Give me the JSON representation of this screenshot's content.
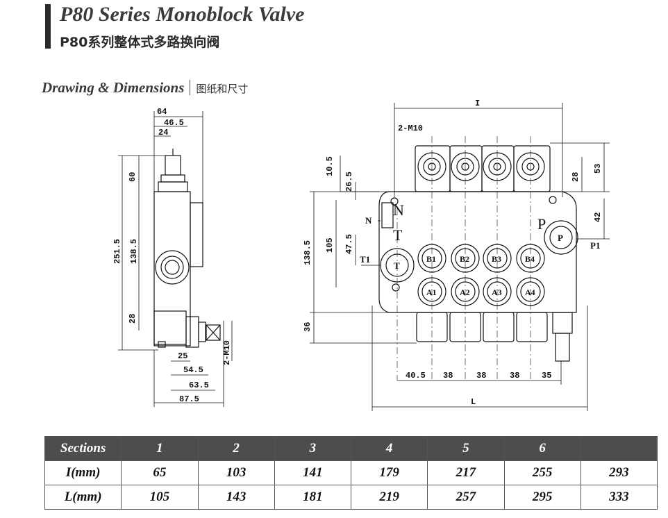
{
  "header": {
    "title_en": "P80 Series Monoblock Valve",
    "title_cn": "P80系列整体式多路换向阀"
  },
  "section": {
    "title_en": "Drawing & Dimensions",
    "title_cn": "图纸和尺寸"
  },
  "drawing": {
    "side_view_dims": [
      "64",
      "46.5",
      "24",
      "60",
      "251.5",
      "138.5",
      "28",
      "25",
      "54.5",
      "63.5",
      "87.5",
      "2-M10"
    ],
    "front_view_dims": [
      "I",
      "2-M10",
      "10.5",
      "26.5",
      "53",
      "28",
      "42",
      "138.5",
      "105",
      "47.5",
      "36",
      "40.5",
      "38",
      "38",
      "38",
      "35",
      "L"
    ],
    "port_labels": [
      "N",
      "T",
      "P",
      "P1",
      "T1",
      "N",
      "T",
      "P",
      "B1",
      "B2",
      "B3",
      "B4",
      "A1",
      "A2",
      "A3",
      "A4"
    ]
  },
  "table": {
    "headers": [
      "Sections",
      "1",
      "2",
      "3",
      "4",
      "5",
      "6",
      ""
    ],
    "rows": [
      {
        "label": "I(mm)",
        "values": [
          "65",
          "103",
          "141",
          "179",
          "217",
          "255",
          "293"
        ]
      },
      {
        "label": "L(mm)",
        "values": [
          "105",
          "143",
          "181",
          "219",
          "257",
          "295",
          "333"
        ]
      }
    ]
  }
}
